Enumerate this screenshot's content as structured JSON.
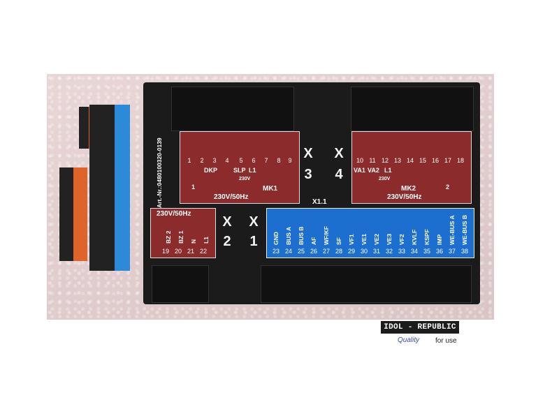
{
  "module": {
    "art_nr": "Art.-Nr.:0480100320-0139",
    "x3": [
      "X",
      "3"
    ],
    "x4": [
      "X",
      "4"
    ],
    "x2": [
      "X",
      "2"
    ],
    "x1": [
      "X",
      "1"
    ],
    "x11": "X1.1",
    "left_top": {
      "pins": [
        "1",
        "2",
        "3",
        "4",
        "5",
        "6",
        "7",
        "8",
        "9"
      ],
      "names": [
        "DKP",
        "SLP",
        "L1"
      ],
      "sub": [
        "1",
        "230V",
        "MK1"
      ],
      "volt": "230V/50Hz"
    },
    "right_top": {
      "pins": [
        "10",
        "11",
        "12",
        "13",
        "14",
        "15",
        "16",
        "17",
        "18"
      ],
      "names": [
        "VA1",
        "VA2",
        "L1"
      ],
      "sub": [
        "230V",
        "MK2",
        "2"
      ],
      "volt": "230V/50Hz"
    },
    "x2_block": {
      "volt": "230V/50Hz",
      "signals": [
        "BZ 2",
        "BZ 1",
        "N",
        "L1"
      ],
      "pins": [
        "19",
        "20",
        "21",
        "22"
      ]
    },
    "x1_block": {
      "signals": [
        "GND",
        "BUS A",
        "BUS B",
        "AF",
        "WF/KF",
        "SF",
        "VF1",
        "VE1",
        "VE2",
        "VE3",
        "VF2",
        "KVLF",
        "KSPF",
        "IMP",
        "WE-BUS A",
        "WE-BUS B"
      ],
      "pins": [
        "23",
        "24",
        "25",
        "26",
        "27",
        "28",
        "29",
        "30",
        "31",
        "32",
        "33",
        "34",
        "35",
        "36",
        "37",
        "38"
      ]
    }
  },
  "logo": {
    "text": "IDOL - REPUBLIC",
    "tag": "Quality",
    "tag2": "for use"
  },
  "colors": {
    "red_panel": "#8b2b2b",
    "blue_panel": "#1d6fcf",
    "housing": "#1b1b1b",
    "orange_terminal": "#e0642a",
    "blue_terminal": "#2d8ad8",
    "background": "#e2cfd0"
  }
}
